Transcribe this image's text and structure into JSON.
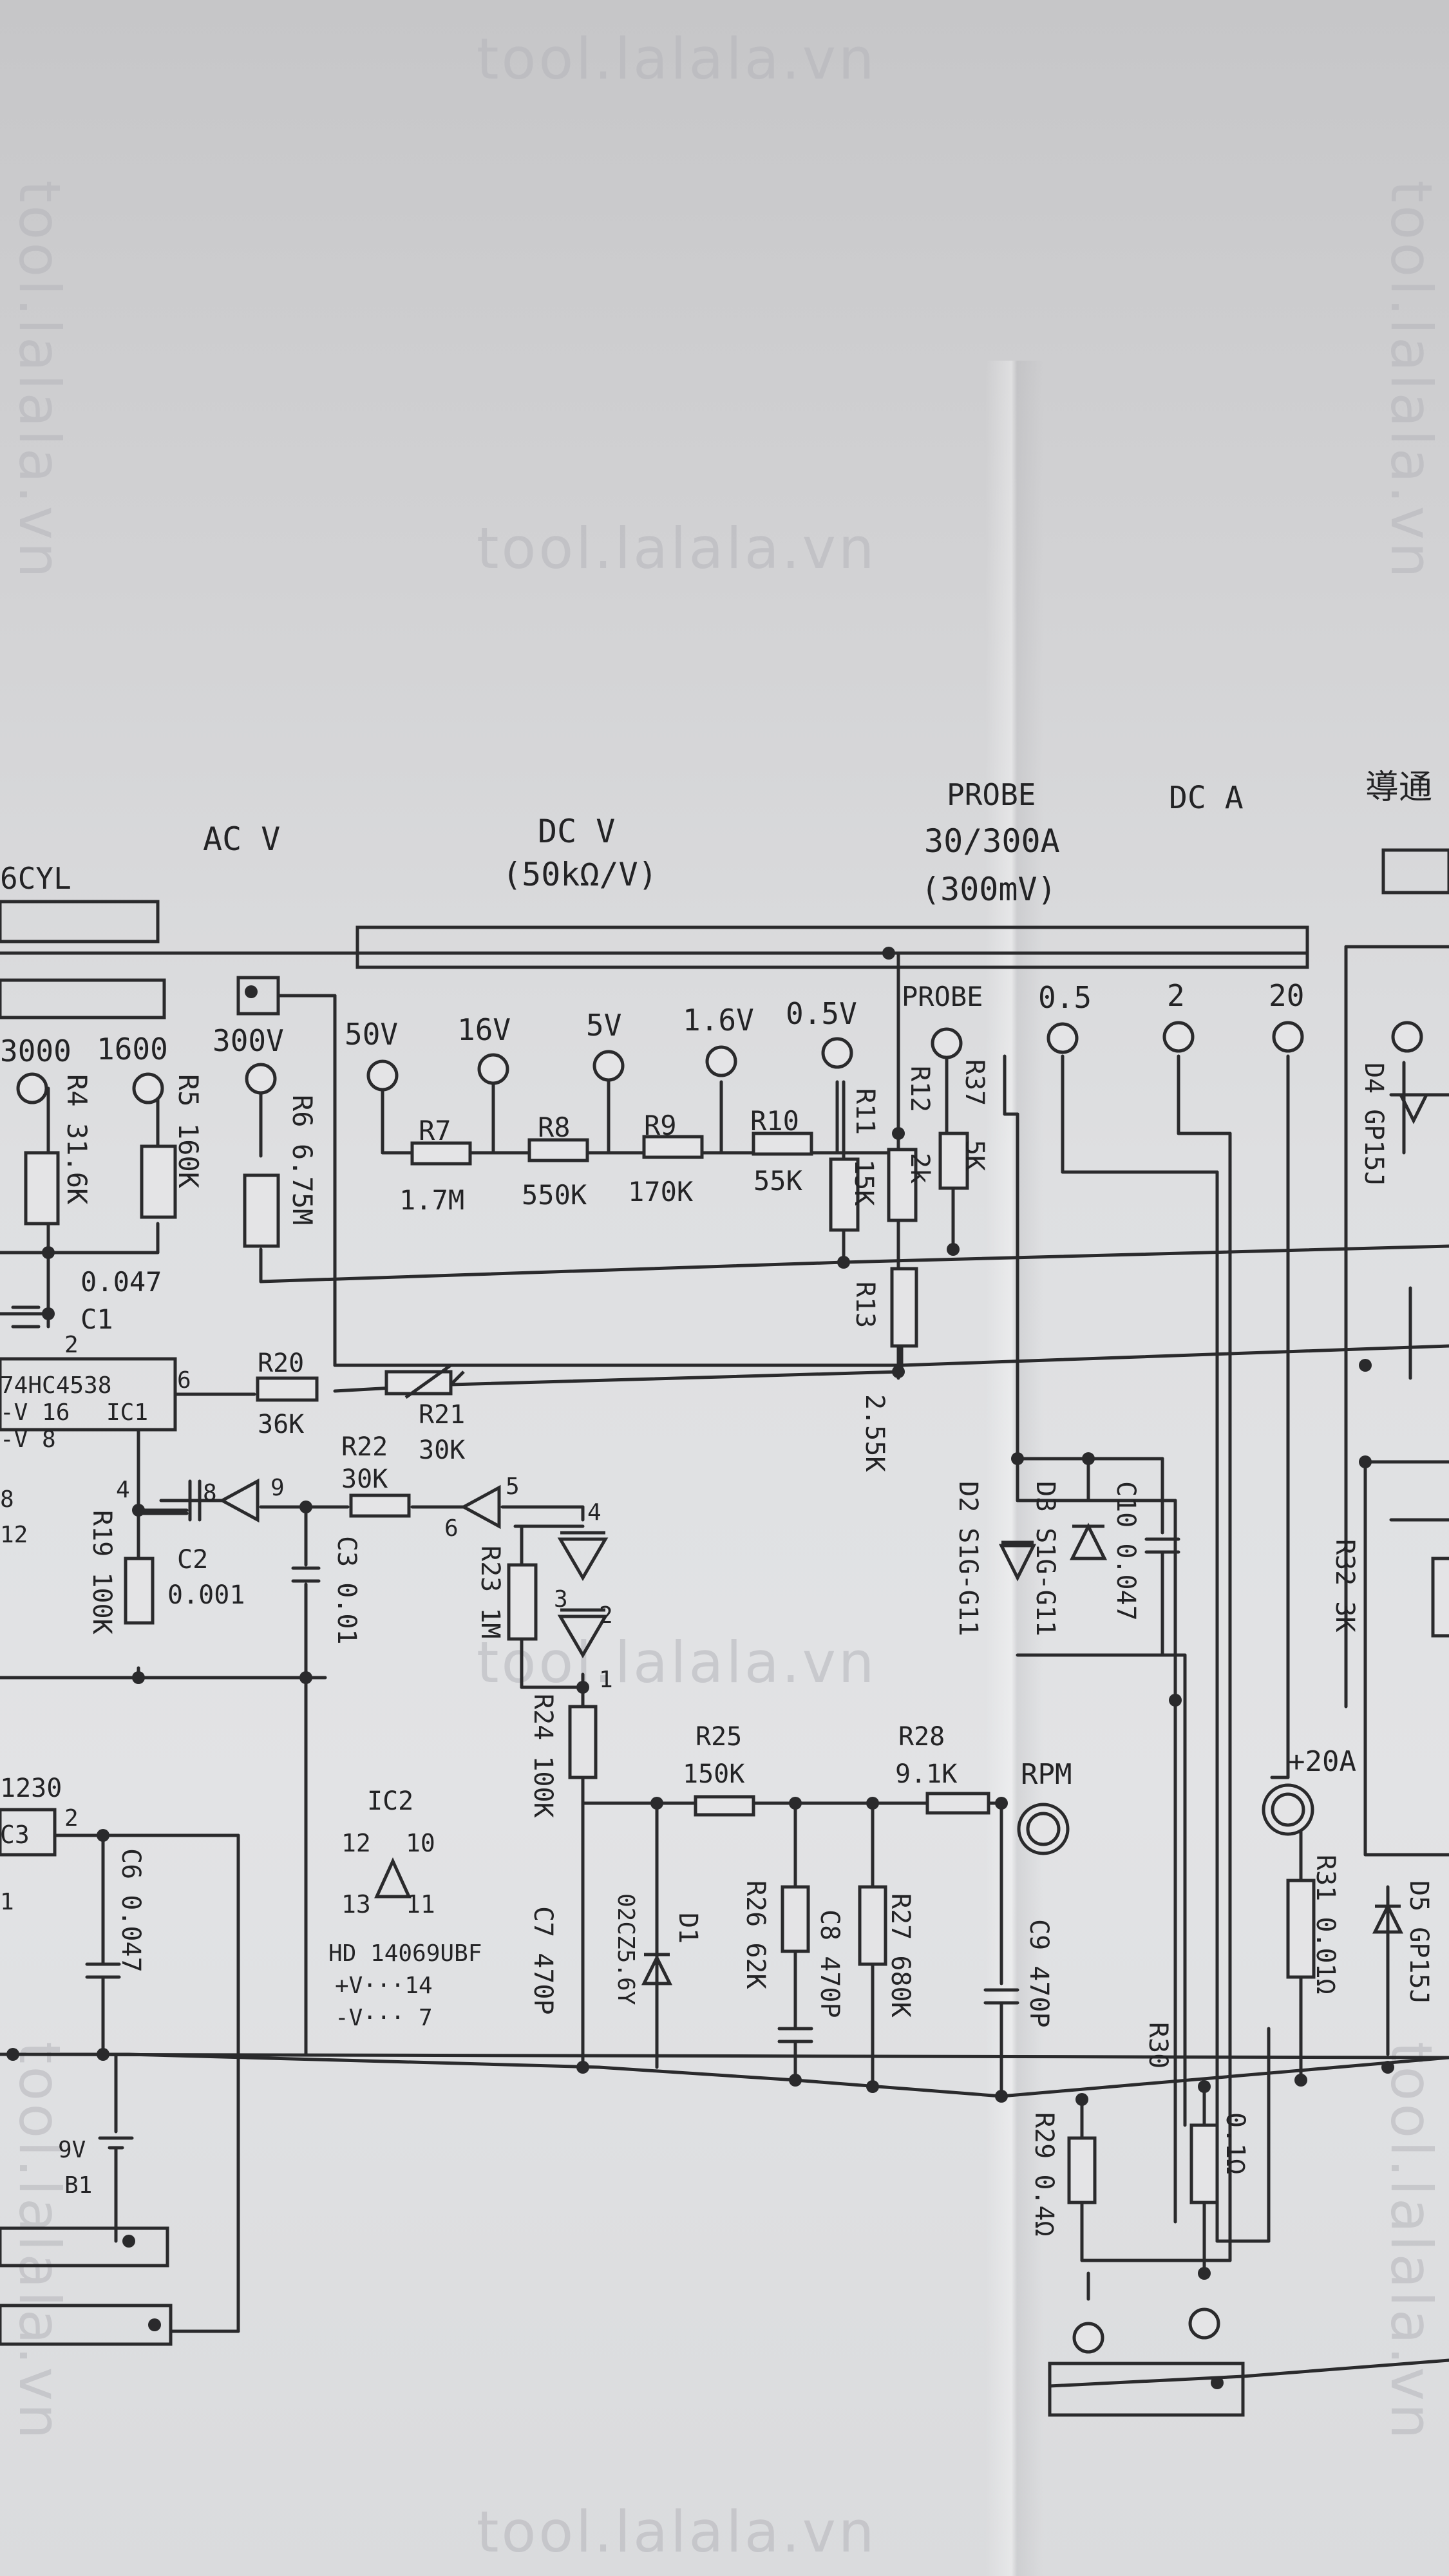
{
  "watermark": "tool.lalala.vn",
  "section_labels": {
    "cyl": "6CYL",
    "acv": "AC V",
    "dcv": "DC V",
    "dcv_sub": "(50kΩ/V)",
    "probe": "PROBE",
    "probe_range": "30/300A",
    "probe_mv": "(300mV)",
    "dca": "DC A",
    "cjk": "導通"
  },
  "terminals": {
    "t3000": "3000",
    "t1600": "1600",
    "t300v": "300V",
    "t50v": "50V",
    "t16v": "16V",
    "t5v": "5V",
    "t1_6v": "1.6V",
    "t0_5v": "0.5V",
    "tprobe": "PROBE",
    "t0_5": "0.5",
    "t2": "2",
    "t20": "20",
    "rpm": "RPM",
    "p20a": "+20A"
  },
  "components": {
    "r4": "R4",
    "r4v": "31.6K",
    "r5": "R5",
    "r5v": "160K",
    "r6": "R6",
    "r6v": "6.75M",
    "r7": "R7",
    "r7v": "1.7M",
    "r8": "R8",
    "r8v": "550K",
    "r9": "R9",
    "r9v": "170K",
    "r10": "R10",
    "r10v": "55K",
    "r11": "R11",
    "r11v": "15K",
    "r12": "R12",
    "r12v": "2k",
    "r37": "R37",
    "r37v": "5K",
    "r13": "R13",
    "r13v": "2.55K",
    "c1v": "0.047",
    "c1": "C1",
    "ic1": "74HC4538",
    "ic1_v1": "-V 16",
    "ic1_name": "IC1",
    "ic1_v2": "-V  8",
    "r20": "R20",
    "r20v": "36K",
    "r21": "R21",
    "r21v": "30K",
    "r22": "R22",
    "r22v": "30K",
    "r19": "R19",
    "r19v": "100K",
    "c2": "C2",
    "c2v": "0.001",
    "c3": "C3",
    "c3v": "0.01",
    "r23": "R23",
    "r23v": "1M",
    "r24": "R24",
    "r24v": "100K",
    "r25": "R25",
    "r25v": "150K",
    "r26": "R26",
    "r26v": "62K",
    "r27": "R27",
    "r27v": "680K",
    "r28": "R28",
    "r28v": "9.1K",
    "c7": "C7",
    "c7v": "470P",
    "c8": "C8",
    "c8v": "470P",
    "c9": "C9",
    "c9v": "470P",
    "c10": "C10",
    "c10v": "0.047",
    "d1": "D1",
    "zener": "02CZ5.6Y",
    "d2": "D2 S1G-G11",
    "d3": "D3 S1G-G11",
    "d4": "D4 GP15J",
    "d5": "D5 GP15J",
    "r32": "R32",
    "r32v": "3K",
    "r31": "R31",
    "r31v": "0.01Ω",
    "r30": "R30",
    "r30v": "0.1Ω",
    "r29": "R29",
    "r29v": "0.4Ω",
    "ic2": "IC2",
    "ic2_chip": "HD 14069UBF",
    "ic2_v1": "+V···14",
    "ic2_v2": "-V···  7",
    "c6": "C6",
    "c6v": "0.047",
    "b1v": "9V",
    "b1": "B1",
    "n1230": "1230",
    "ic2_p12": "12",
    "ic2_p10": "10",
    "ic2_p13": "13",
    "ic2_p11": "11",
    "pin6": "6",
    "pin8": "8",
    "pin12": "12",
    "pin4": "4",
    "pin2": "2",
    "pin1": "1",
    "pin_c8": "8",
    "pin_c9": "9",
    "pin_b5": "5",
    "pin_b6": "6",
    "pin_d4": "4",
    "pin_d3": "3",
    "pin_d2": "2",
    "pin_d1": "1",
    "c3_box": "C3"
  }
}
